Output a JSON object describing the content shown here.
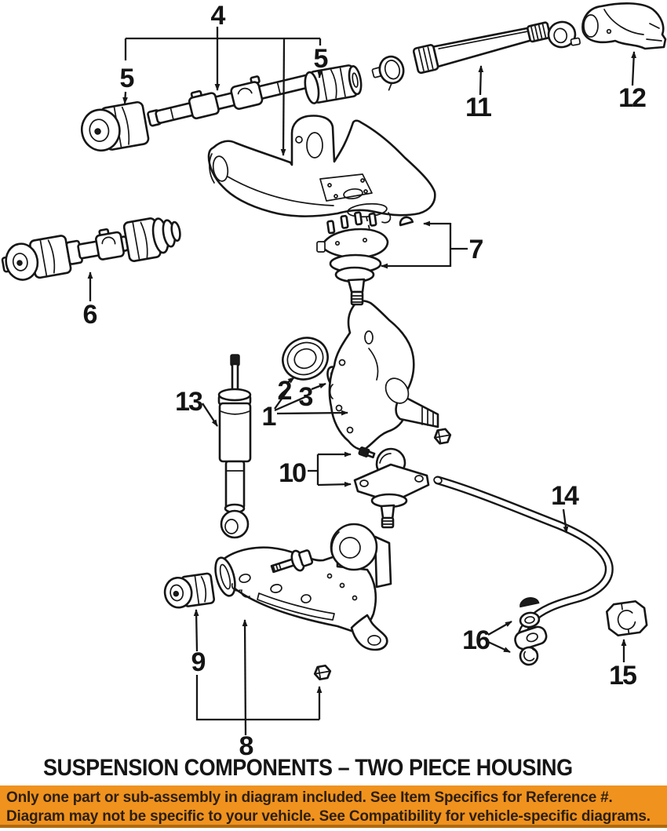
{
  "diagram": {
    "title": "SUSPENSION COMPONENTS – TWO PIECE HOUSING",
    "callouts": [
      {
        "ref": "1"
      },
      {
        "ref": "2"
      },
      {
        "ref": "3"
      },
      {
        "ref": "4"
      },
      {
        "ref": "5"
      },
      {
        "ref": "5"
      },
      {
        "ref": "6"
      },
      {
        "ref": "7"
      },
      {
        "ref": "8"
      },
      {
        "ref": "9"
      },
      {
        "ref": "10"
      },
      {
        "ref": "11"
      },
      {
        "ref": "12"
      },
      {
        "ref": "13"
      },
      {
        "ref": "14"
      },
      {
        "ref": "15"
      },
      {
        "ref": "16"
      }
    ]
  },
  "footer": {
    "line1": "Only one part or sub-assembly in diagram included. See Item Specifics for Reference #.",
    "line2": "Diagram may not be specific to your vehicle. See Compatibility for vehicle-specific diagrams.",
    "background_color": "#F0921E",
    "text_color": "#2B1F10"
  },
  "colors": {
    "ink": "#161616",
    "paper": "#FFFFFF"
  }
}
